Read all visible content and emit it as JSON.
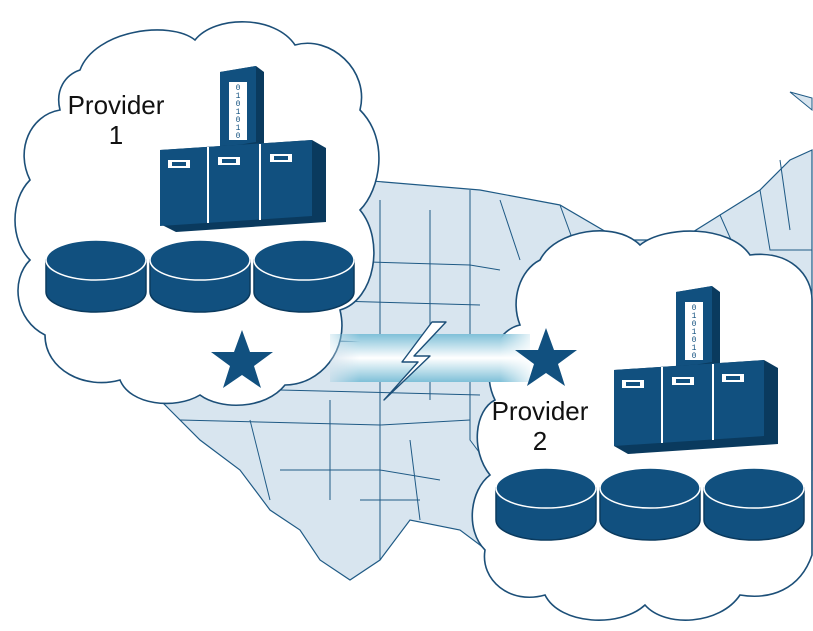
{
  "providers": [
    {
      "name": "Provider",
      "number": "1"
    },
    {
      "name": "Provider",
      "number": "2"
    }
  ],
  "icons": {
    "server_rack": "server-rack-icon",
    "server_tower": "server-tower-icon",
    "storage": "database-disk-icon",
    "star": "star-icon",
    "link": "lightning-bolt-icon",
    "map": "us-map"
  },
  "server_tower_label": "0101010",
  "colors": {
    "equipment": "#11507f",
    "equipment_edge": "#0a3a5e",
    "map_fill": "#d8e5ef",
    "map_border": "#1f5a85",
    "cloud_fill": "#ffffff",
    "cloud_border": "#1c4f78",
    "link_glow": "#9fd0e3"
  }
}
